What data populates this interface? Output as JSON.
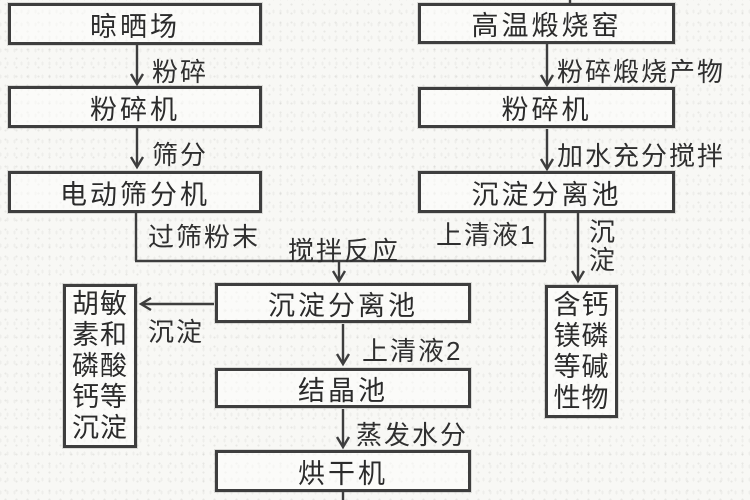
{
  "diagram": {
    "boxes": {
      "drying_field": "晾晒场",
      "crusher_left": "粉碎机",
      "electric_sieve": "电动筛分机",
      "kiln": "高温煅烧窑",
      "crusher_right": "粉碎机",
      "sediment_pool_right": "沉淀分离池",
      "sediment_pool_mid": "沉淀分离池",
      "crystallization_pool": "结晶池",
      "dryer": "烘干机",
      "humin_precipitate": "胡敏素和磷酸钙等沉淀",
      "alkaline_product": "含钙镁磷等碱性物"
    },
    "edge_labels": {
      "crush": "粉碎",
      "sieving": "筛分",
      "sieved_powder": "过筛粉末",
      "crush_calcined_product": "粉碎煅烧产物",
      "add_water_stir": "加水充分搅拌",
      "supernatant_1": "上清液1",
      "precipitate_right": "沉淀",
      "stir_reaction": "搅拌反应",
      "precipitate_left": "沉淀",
      "supernatant_2": "上清液2",
      "evaporate_water": "蒸发水分"
    },
    "colors": {
      "line": "#3e3e3e",
      "text": "#2b2b2b",
      "background": "#f8f8f5"
    }
  }
}
